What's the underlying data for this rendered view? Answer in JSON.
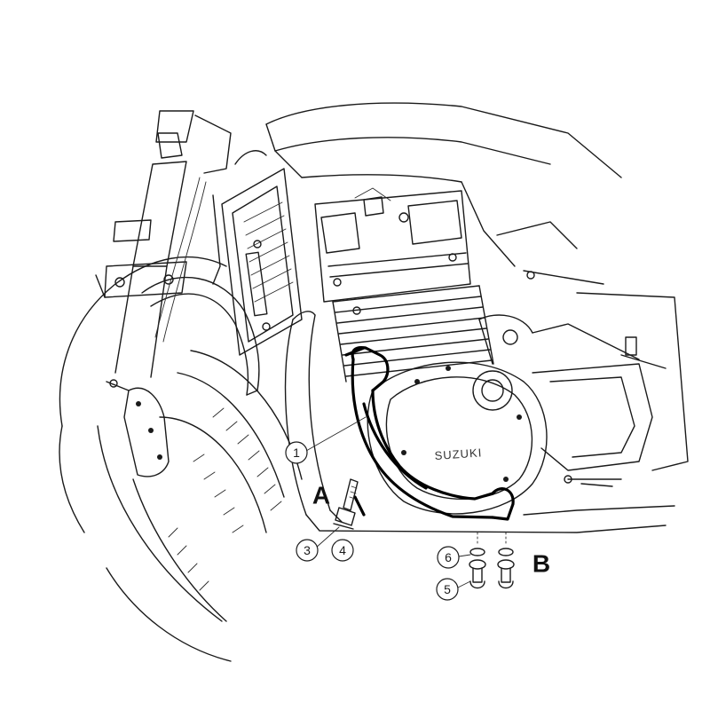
{
  "diagram": {
    "engine_brand": "SUZUKI",
    "callouts": [
      {
        "id": "1",
        "label": "1"
      },
      {
        "id": "3",
        "label": "3"
      },
      {
        "id": "4",
        "label": "4"
      },
      {
        "id": "5",
        "label": "5"
      },
      {
        "id": "6",
        "label": "6"
      }
    ],
    "mount_points": [
      {
        "id": "A",
        "label": "A"
      },
      {
        "id": "B",
        "label": "B"
      }
    ]
  }
}
